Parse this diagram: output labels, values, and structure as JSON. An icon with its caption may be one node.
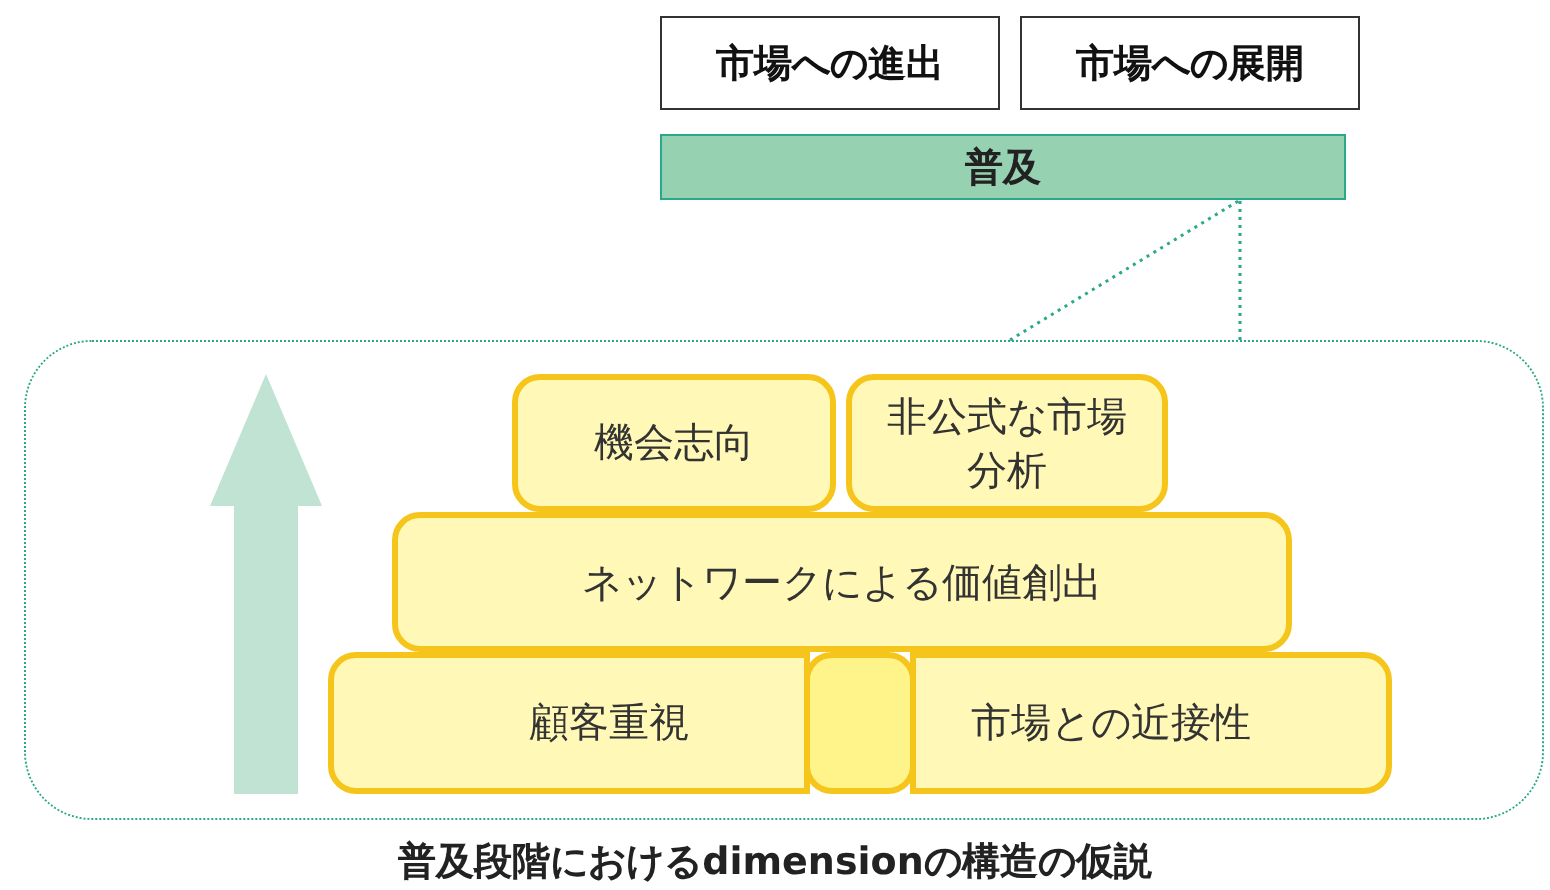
{
  "diagram": {
    "caption": "普及段階におけるdimensionの構造の仮説",
    "nodes": [
      {
        "text": [
          "市場への進出"
        ]
      },
      {
        "text": [
          "市場への展開"
        ]
      },
      {
        "text": [
          "普及"
        ]
      },
      {
        "text": [],
        "shape": "box"
      },
      {
        "text": [
          "機会志向"
        ],
        "in": 3
      },
      {
        "text": [
          "非公式な市場分析"
        ],
        "in": 3
      },
      {
        "text": [
          "ネットワークによる価値創出"
        ],
        "in": 3
      },
      {
        "text": [
          "顧客重視"
        ],
        "in": 3
      },
      {
        "text": [
          "市場との近接性"
        ],
        "in": 3
      }
    ],
    "edges": [
      {
        "from": 3,
        "to": 2,
        "arrow": "none",
        "style": "dashed",
        "color": "#2aa889"
      }
    ]
  }
}
